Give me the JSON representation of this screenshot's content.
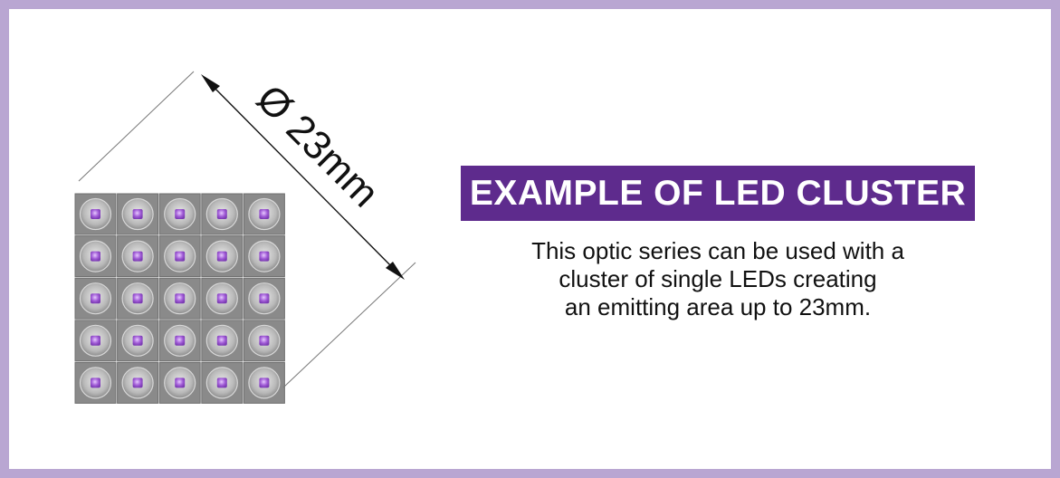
{
  "colors": {
    "frame_border": "#b9a6d2",
    "title_background": "#5e2b8d",
    "title_text": "#ffffff",
    "led_tile": "#8a8a8a",
    "led_core": "#a05bd6"
  },
  "diagram": {
    "dimension_label": "Ø 23mm",
    "grid": {
      "rows": 5,
      "columns": 5
    }
  },
  "title": "EXAMPLE OF LED CLUSTER",
  "description": {
    "lines": [
      "This optic series can be used with a",
      "cluster of single LEDs creating",
      "an emitting area up to 23mm."
    ]
  }
}
